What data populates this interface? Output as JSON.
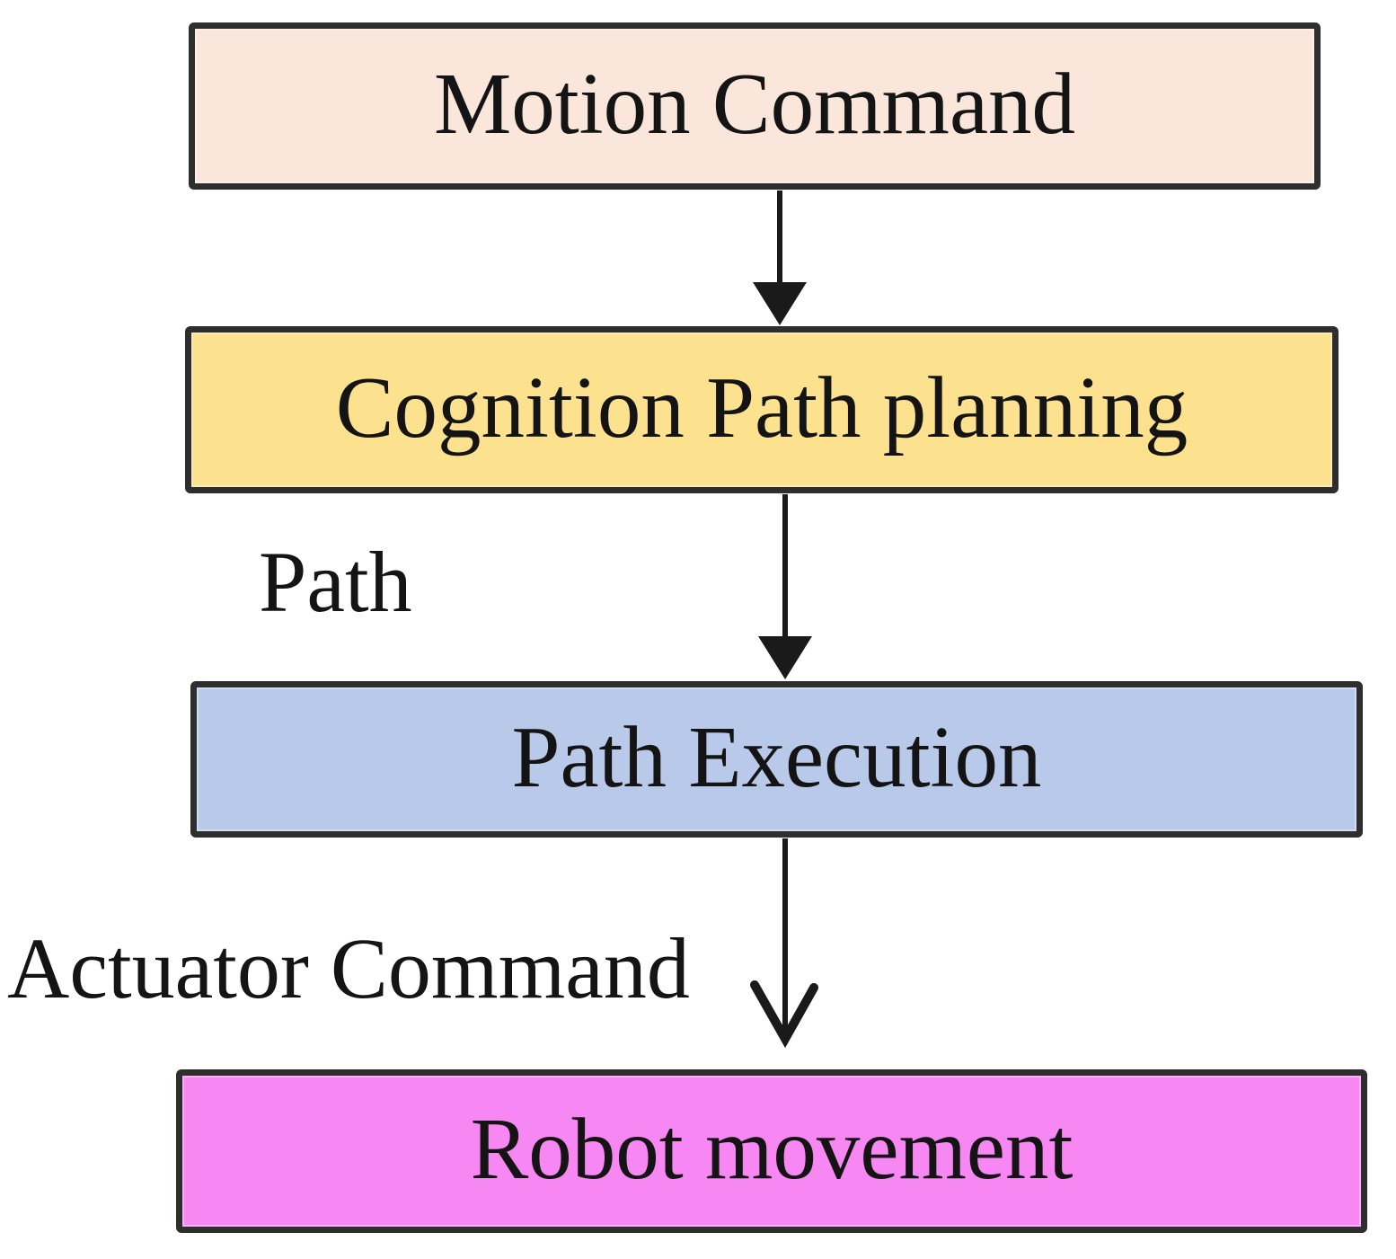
{
  "diagram": {
    "background": "#ffffff",
    "border_color": "#2e2e2e",
    "arrow_color": "#1a1a1a",
    "text_color": "#141414",
    "nodes": [
      {
        "id": "motion-command",
        "label": "Motion Command",
        "fill": "#fae6da"
      },
      {
        "id": "cognition-path-planning",
        "label": "Cognition Path planning",
        "fill": "#fce18e"
      },
      {
        "id": "path-execution",
        "label": "Path Execution",
        "fill": "#b8c9e9"
      },
      {
        "id": "robot-movement",
        "label": "Robot movement",
        "fill": "#f787f3"
      }
    ],
    "edges": [
      {
        "from": "motion-command",
        "to": "cognition-path-planning",
        "label": "",
        "head": "filled-triangle"
      },
      {
        "from": "cognition-path-planning",
        "to": "path-execution",
        "label": "Path",
        "head": "filled-triangle"
      },
      {
        "from": "path-execution",
        "to": "robot-movement",
        "label": "Actuator Command",
        "head": "open-v"
      }
    ]
  }
}
